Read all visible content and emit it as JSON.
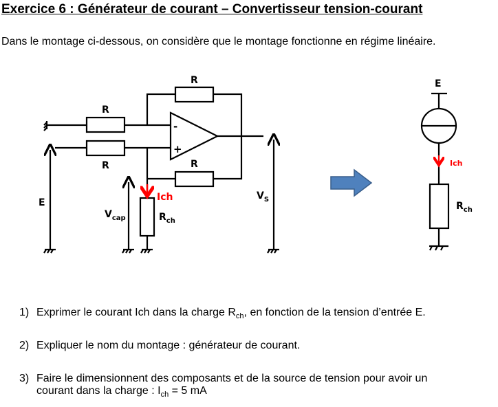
{
  "title": "Exercice 6 : Générateur de courant – Convertisseur tension-courant",
  "intro": "Dans le montage ci-dessous, on considère que le montage fonctionne en régime linéaire.",
  "circuit": {
    "labels": {
      "R": "R",
      "E": "E",
      "Vs_main": "V",
      "Vs_sub": "S",
      "Vcap_main": "V",
      "Vcap_sub": "cap",
      "Rch_main": "R",
      "Rch_sub": "ch",
      "Ich": "Ich",
      "minus": "-",
      "plus": "+"
    },
    "current_color": "#ff0000",
    "arrow_color": "#4f81bd"
  },
  "questions": [
    {
      "num": "1)",
      "text_a": "Exprimer le courant Ich dans la charge R",
      "sub": "ch",
      "text_b": ", en fonction de la tension d’entrée E."
    },
    {
      "num": "2)",
      "text": "Expliquer le nom du montage : générateur de courant."
    },
    {
      "num": "3)",
      "line1": "Faire le dimensionnent des composants et de la source de tension pour avoir un",
      "line2_a": "courant dans la charge : I",
      "sub": "ch",
      "line2_b": " = 5 mA"
    }
  ]
}
